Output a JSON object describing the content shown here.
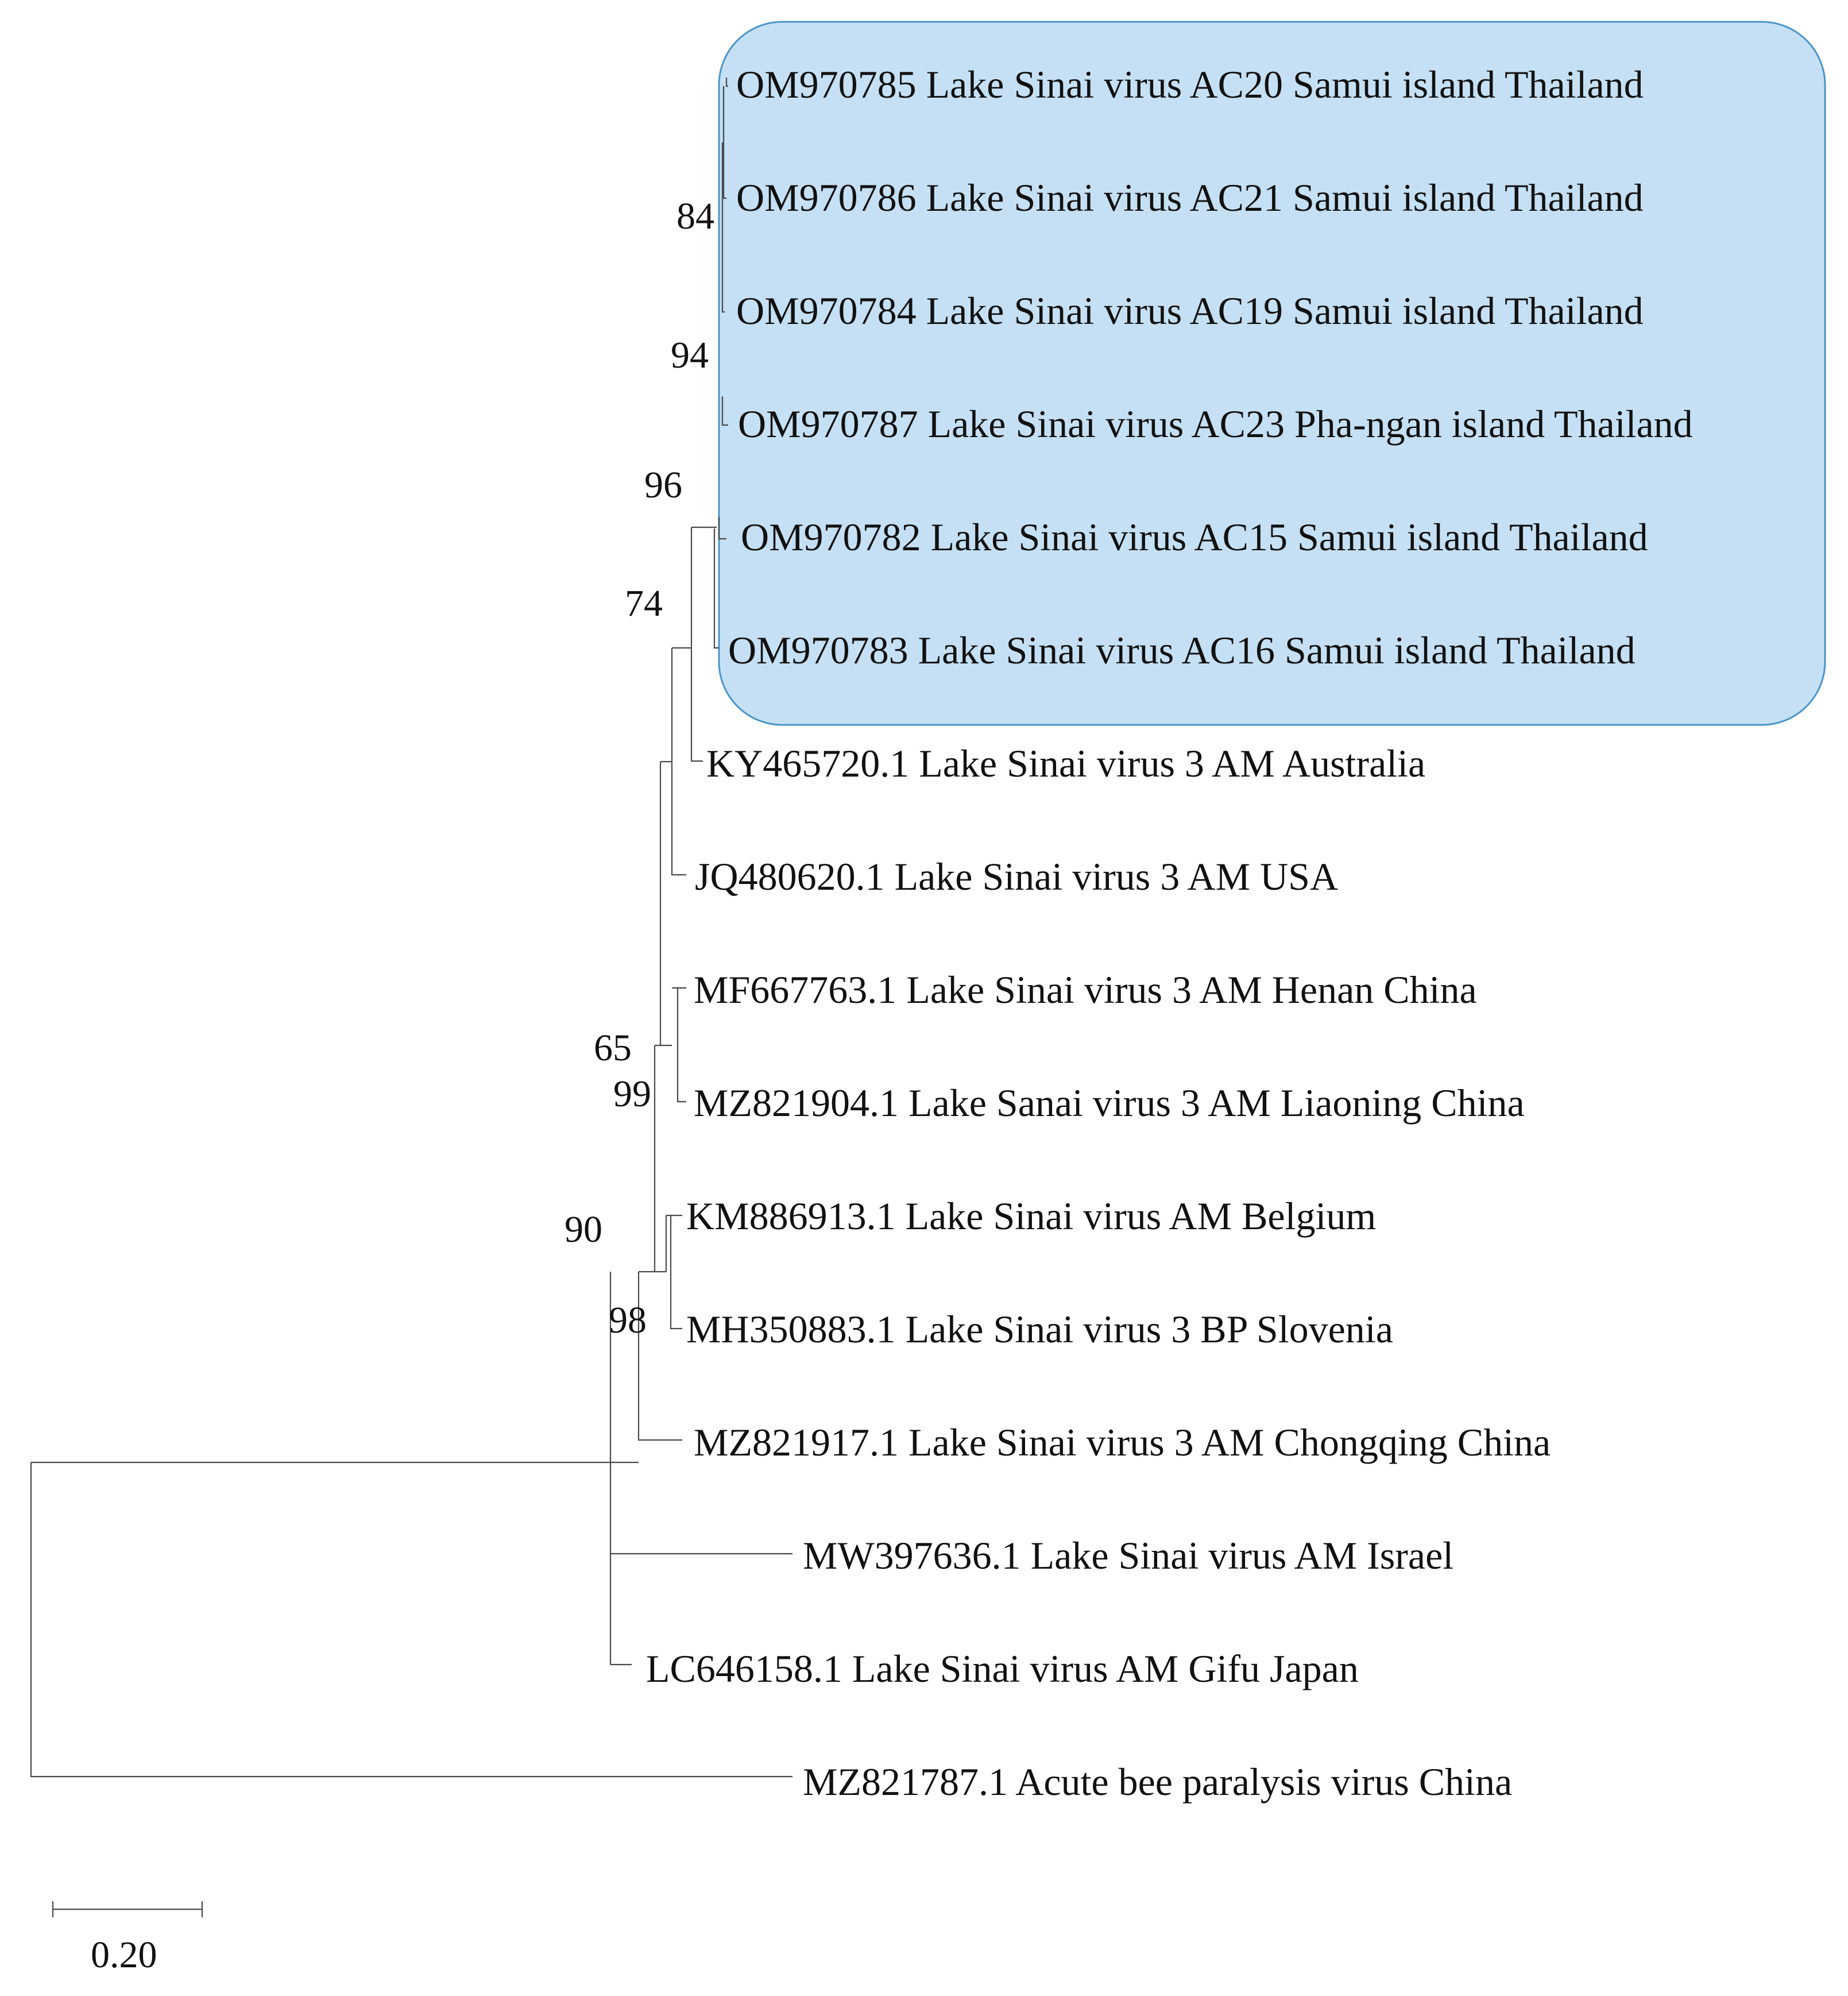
{
  "highlight": {
    "fill": "#c5e0f4",
    "stroke": "#4a94c9"
  },
  "leaves": [
    "OM970785 Lake Sinai virus AC20 Samui island Thailand",
    "OM970786 Lake Sinai virus AC21 Samui island Thailand",
    "OM970784 Lake Sinai virus AC19 Samui island Thailand",
    "OM970787 Lake Sinai virus AC23 Pha-ngan island Thailand",
    "OM970782 Lake Sinai virus AC15 Samui island Thailand",
    "OM970783 Lake Sinai virus AC16 Samui island Thailand",
    "KY465720.1 Lake Sinai virus 3 AM Australia",
    "JQ480620.1 Lake Sinai virus 3 AM USA",
    "MF667763.1 Lake Sinai virus 3 AM Henan China",
    "MZ821904.1 Lake Sanai virus 3 AM Liaoning China",
    "KM886913.1 Lake Sinai virus AM Belgium",
    "MH350883.1 Lake Sinai virus 3 BP Slovenia",
    "MZ821917.1 Lake Sinai virus 3 AM Chongqing China",
    "MW397636.1 Lake Sinai virus AM Israel",
    "LC646158.1 Lake Sinai virus AM Gifu Japan",
    "MZ821787.1 Acute bee paralysis virus China"
  ],
  "support_values": [
    "84",
    "94",
    "96",
    "74",
    "65",
    "99",
    "90",
    "98"
  ],
  "scale_bar": {
    "label": "0.20",
    "length": 0.2
  }
}
